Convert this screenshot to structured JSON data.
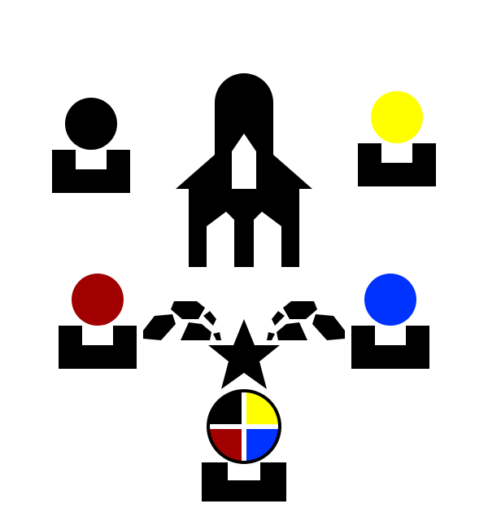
{
  "colors": {
    "background": "#ffffff",
    "ink": "#000000",
    "yellow": "#ffff00",
    "red": "#a00000",
    "blue": "#0033ff"
  },
  "players": [
    {
      "name": "black-player",
      "color": "#000000"
    },
    {
      "name": "yellow-player",
      "color": "#ffff00"
    },
    {
      "name": "red-player",
      "color": "#a00000"
    },
    {
      "name": "blue-player",
      "color": "#0033ff"
    },
    {
      "name": "combined-player",
      "color": "multicolor"
    }
  ],
  "icons": {
    "building": "church-icon",
    "ruins": "rubble-icon",
    "goal": "star-icon"
  }
}
